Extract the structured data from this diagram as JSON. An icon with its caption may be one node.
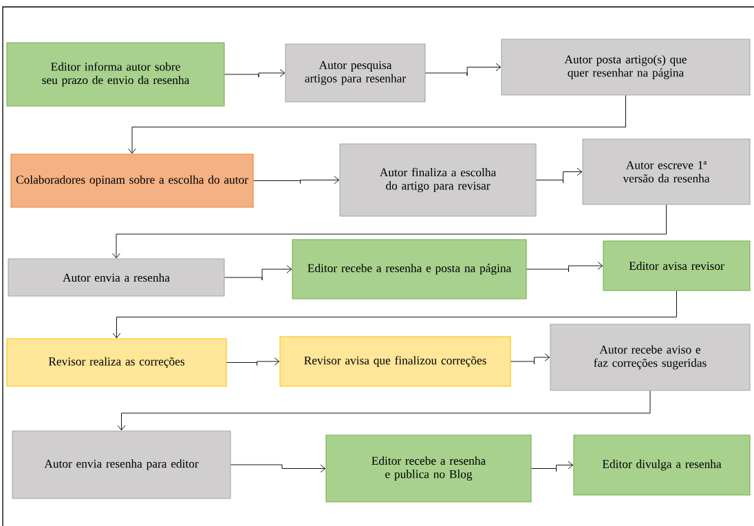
{
  "diagram": {
    "nodes": [
      {
        "text": [
          "Editor informa autor sobre seu prazo de envio da resenha"
        ]
      },
      {
        "text": [
          "Autor pesquisa artigos para resenhar"
        ]
      },
      {
        "text": [
          "Autor posta artigo(s) que quer resenhar na página"
        ]
      },
      {
        "text": [
          "Colaboradores opinam sobre a escolha do autor"
        ]
      },
      {
        "text": [
          "Autor finaliza a escolha do artigo para revisar"
        ]
      },
      {
        "text": [
          "Autor escreve 1ª versão da resenha"
        ]
      },
      {
        "text": [
          "Autor envia a resenha"
        ]
      },
      {
        "text": [
          "Editor recebe a resenha e posta na página"
        ]
      },
      {
        "text": [
          "Editor avisa revisor"
        ]
      },
      {
        "text": [
          "Revisor realiza as correções"
        ]
      },
      {
        "text": [
          "Revisor avisa que finalizou correções"
        ]
      },
      {
        "text": [
          "Autor recebe aviso e faz correções  sugeridas"
        ]
      },
      {
        "text": [
          "Autor envia resenha para editor"
        ]
      },
      {
        "text": [
          "Editor recebe a resenha e publica no Blog"
        ]
      },
      {
        "text": [
          "Editor divulga a resenha"
        ]
      }
    ],
    "edges": [
      {
        "from": 0,
        "to": 1,
        "arrow": "to"
      },
      {
        "from": 1,
        "to": 2,
        "arrow": "to"
      },
      {
        "from": 2,
        "to": 3,
        "arrow": "to"
      },
      {
        "from": 3,
        "to": 4,
        "arrow": "to"
      },
      {
        "from": 4,
        "to": 5,
        "arrow": "to"
      },
      {
        "from": 5,
        "to": 6,
        "arrow": "to"
      },
      {
        "from": 6,
        "to": 7,
        "arrow": "to"
      },
      {
        "from": 7,
        "to": 8,
        "arrow": "to"
      },
      {
        "from": 8,
        "to": 9,
        "arrow": "to"
      },
      {
        "from": 9,
        "to": 10,
        "arrow": "to"
      },
      {
        "from": 10,
        "to": 11,
        "arrow": "to"
      },
      {
        "from": 11,
        "to": 12,
        "arrow": "to"
      },
      {
        "from": 12,
        "to": 13,
        "arrow": "to"
      },
      {
        "from": 13,
        "to": 14,
        "arrow": "to"
      }
    ]
  }
}
